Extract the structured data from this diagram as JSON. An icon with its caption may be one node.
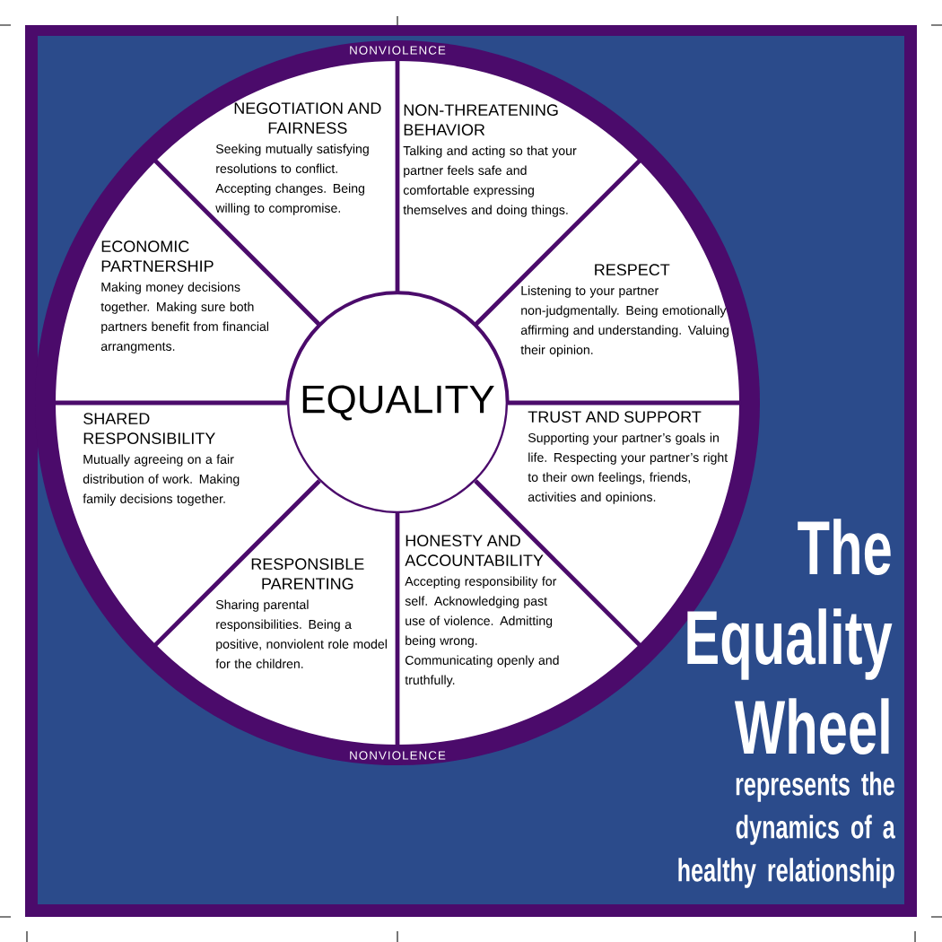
{
  "diagram": {
    "title": "The Equality Wheel",
    "caption": "represents the dynamics of a healthy relationship",
    "nodes": [
      {
        "text": [
          "NEGOTIATION AND FAIRNESS",
          "Seeking mutually satisfying resolutions to conflict. Accepting changes. Being willing to compromise."
        ]
      },
      {
        "text": [
          "NON-THREATENING BEHAVIOR",
          "Talking and acting so that your partner feels safe and comfortable expressing themselves and doing things."
        ]
      },
      {
        "text": [
          "ECONOMIC PARTNERSHIP",
          "Making money decisions together. Making sure both partners benefit from financial arrangments."
        ]
      },
      {
        "text": [
          "RESPECT",
          "Listening to your partner non-judgmentally. Being emotionally affirming and understanding. Valuing their opinion."
        ]
      },
      {
        "text": [
          "EQUALITY"
        ]
      },
      {
        "text": [
          "SHARED RESPONSIBILITY",
          "Mutually agreeing on a fair distribution of work. Making family decisions together."
        ]
      },
      {
        "text": [
          "TRUST AND SUPPORT",
          "Supporting your partner’s goals in life. Respecting your partner’s right to their own feelings, friends, activities and opinions."
        ]
      },
      {
        "text": [
          "RESPONSIBLE PARENTING",
          "Sharing parental responsibilities. Being a positive, nonviolent role model for the children."
        ]
      },
      {
        "text": [
          "HONESTY AND ACCOUNTABILITY",
          "Accepting responsibility for self. Acknowledging past use of violence. Admitting being wrong. Communicating openly and truthfully."
        ]
      }
    ],
    "labels": [
      "NONVIOLENCE",
      "NONVIOLENCE"
    ]
  }
}
